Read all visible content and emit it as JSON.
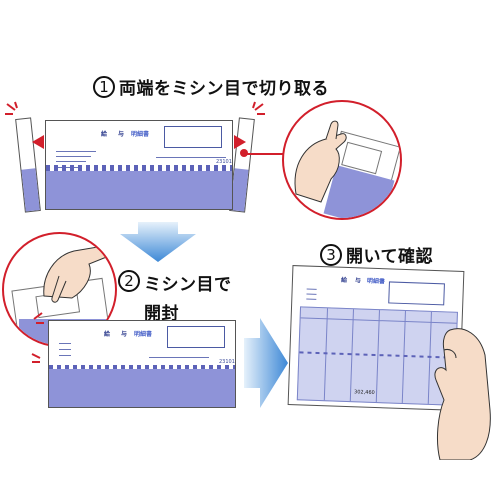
{
  "steps": [
    {
      "number": "1",
      "text": "両端をミシン目で切り取る"
    },
    {
      "number": "2",
      "text_line1": "ミシン目で",
      "text_line2": "開封"
    },
    {
      "number": "3",
      "text": "開いて確認"
    }
  ],
  "form": {
    "title_left": "給",
    "title_mid": "与",
    "title_right": "明細書",
    "name_code": "23101",
    "total_value": "302,460"
  },
  "colors": {
    "accent_red": "#d21f2b",
    "form_blue": "#8e93d8",
    "arrow_blue": "#4a90d9"
  }
}
